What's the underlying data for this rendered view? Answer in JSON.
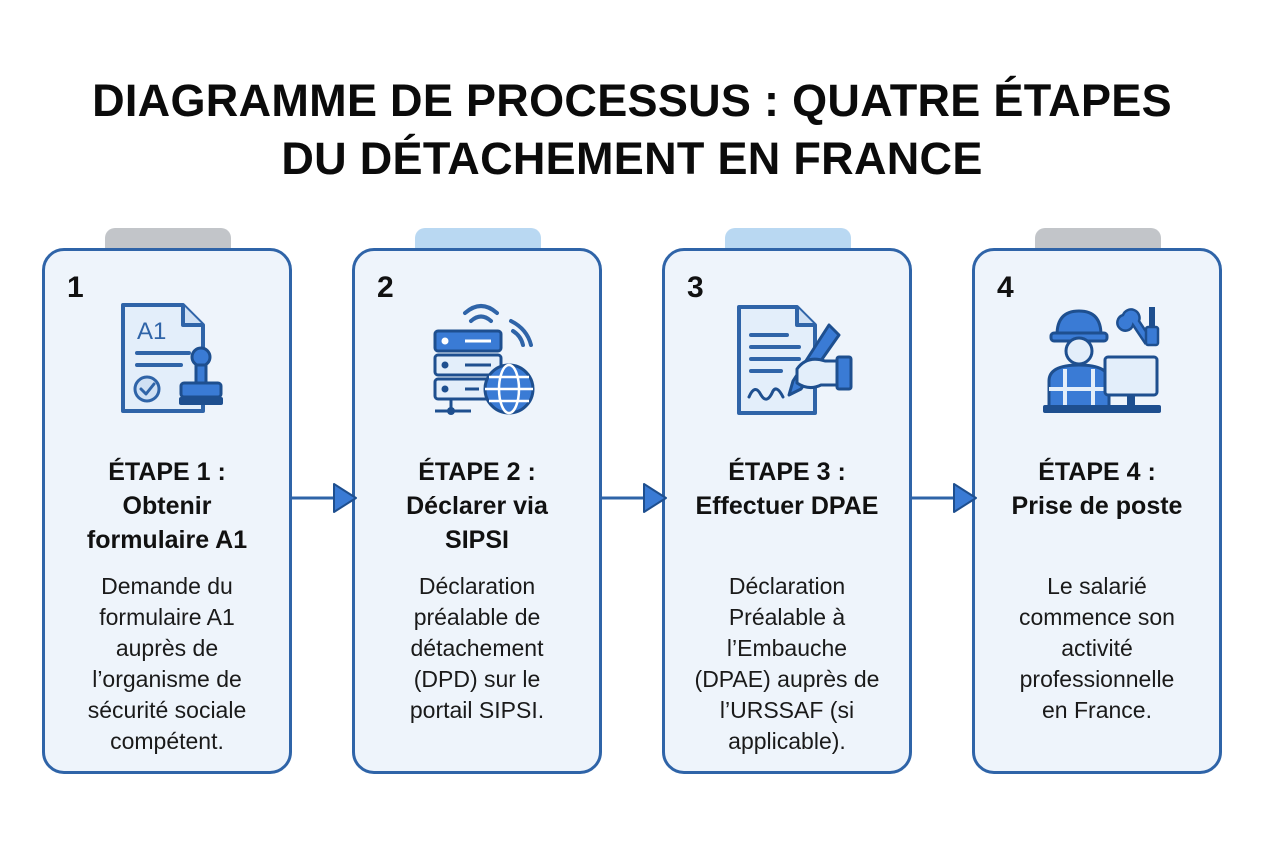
{
  "title_lines": [
    "DIAGRAMME DE PROCESSUS : QUATRE ÉTAPES",
    "DU DÉTACHEMENT EN FRANCE"
  ],
  "colors": {
    "border": "#2f64a8",
    "card_bg": "#eef4fb",
    "accent": "#3a7bd5",
    "tab_gray": "#c2c5c9",
    "tab_blue": "#b9d8f2"
  },
  "steps": [
    {
      "number": "1",
      "icon": "a1-form-stamp-icon",
      "title_lines": [
        "ÉTAPE 1 :",
        "Obtenir",
        "formulaire A1"
      ],
      "desc_lines": [
        "Demande du",
        "formulaire A1",
        "auprès de",
        "l’organisme de",
        "sécurité sociale",
        "compétent."
      ],
      "form_label": "A1"
    },
    {
      "number": "2",
      "icon": "server-globe-icon",
      "title_lines": [
        "ÉTAPE 2 :",
        "Déclarer via",
        "SIPSI"
      ],
      "desc_lines": [
        "Déclaration",
        "préalable de",
        "détachement",
        "(DPD) sur le",
        "portail SIPSI."
      ]
    },
    {
      "number": "3",
      "icon": "document-signing-icon",
      "title_lines": [
        "ÉTAPE 3 :",
        "Effectuer DPAE"
      ],
      "desc_lines": [
        "Déclaration",
        "Préalable à",
        "l’Embauche",
        "(DPAE) auprès de",
        "l’URSSAF (si",
        "applicable)."
      ]
    },
    {
      "number": "4",
      "icon": "worker-computer-icon",
      "title_lines": [
        "ÉTAPE 4 :",
        "Prise de poste"
      ],
      "desc_lines": [
        "Le salarié",
        "commence son",
        "activité",
        "professionnelle",
        "en France."
      ]
    }
  ]
}
